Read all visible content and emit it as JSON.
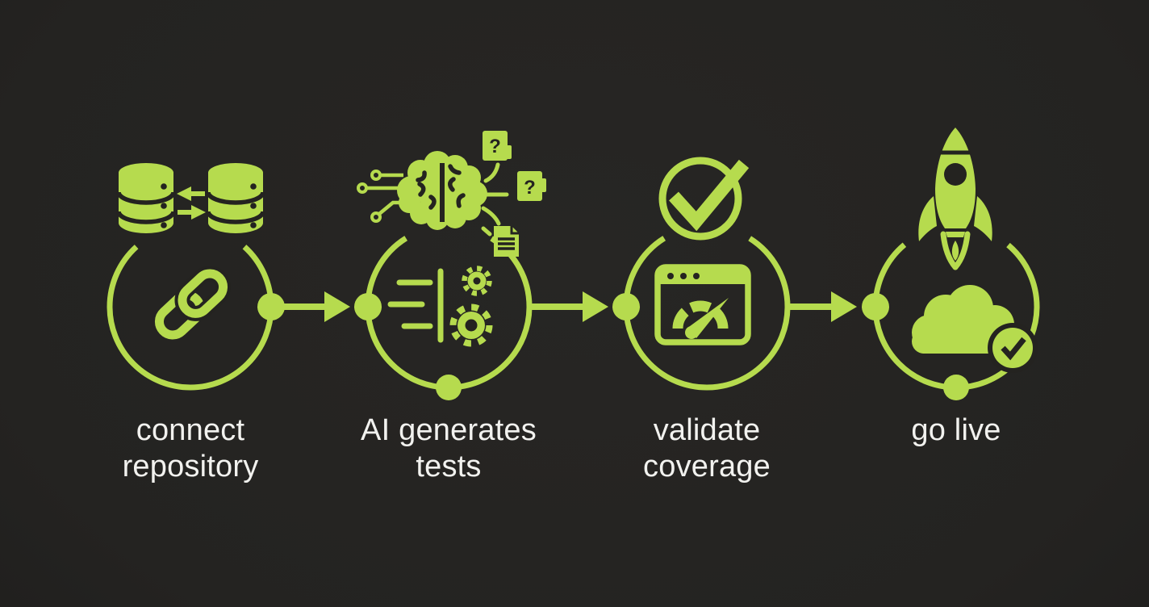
{
  "colors": {
    "accent": "#b6db4e",
    "background": "#242320",
    "text": "#f2f2ef"
  },
  "diagram": {
    "type": "flowchart",
    "direction": "left-to-right",
    "step_count": 4
  },
  "steps": [
    {
      "id": 1,
      "label_line1": "connect",
      "label_line2": "repository",
      "top_icon": "database-sync-icon",
      "inner_icon": "chain-link-icon"
    },
    {
      "id": 2,
      "label_line1": "AI generates",
      "label_line2": "tests",
      "top_icon": "ai-brain-icon",
      "inner_icon": "automation-gears-icon"
    },
    {
      "id": 3,
      "label_line1": "validate",
      "label_line2": "coverage",
      "top_icon": "check-circle-icon",
      "inner_icon": "coverage-gauge-icon"
    },
    {
      "id": 4,
      "label_line1": "go live",
      "label_line2": "",
      "top_icon": "rocket-icon",
      "inner_icon": "cloud-check-icon"
    }
  ],
  "glyphs": {
    "question_mark": "?"
  }
}
